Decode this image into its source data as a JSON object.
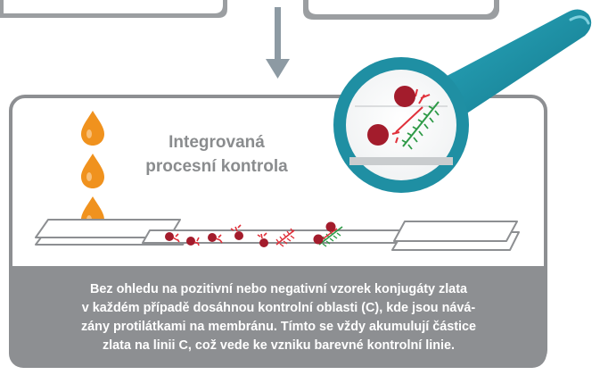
{
  "label": {
    "line1": "Integrovaná",
    "line2": "procesní kontrola"
  },
  "caption": {
    "lines": [
      "Bez ohledu na pozitivní nebo negativní vzorek konjugáty zlata",
      "v každém případě dosáhnou kontrolní oblasti (C), kde jsou nává-",
      "zány protilátkami na membránu. Tímto se vždy akumulují částice",
      "zlata na linii C, což vede ke vzniku barevné kontrolní linie."
    ]
  },
  "colors": {
    "drop": "#f0921e",
    "gold_particle": "#a31c2c",
    "antibody_red": "#e0303a",
    "antibody_green": "#2e9a47",
    "lens_teal": "#1f8fa3",
    "panel_grey": "#8d8f92",
    "arrow_grey": "#8d9aa3"
  },
  "icons": [
    "drop-icon",
    "gold-particle-icon",
    "antibody-icon",
    "magnifier-icon",
    "arrow-down-icon"
  ]
}
